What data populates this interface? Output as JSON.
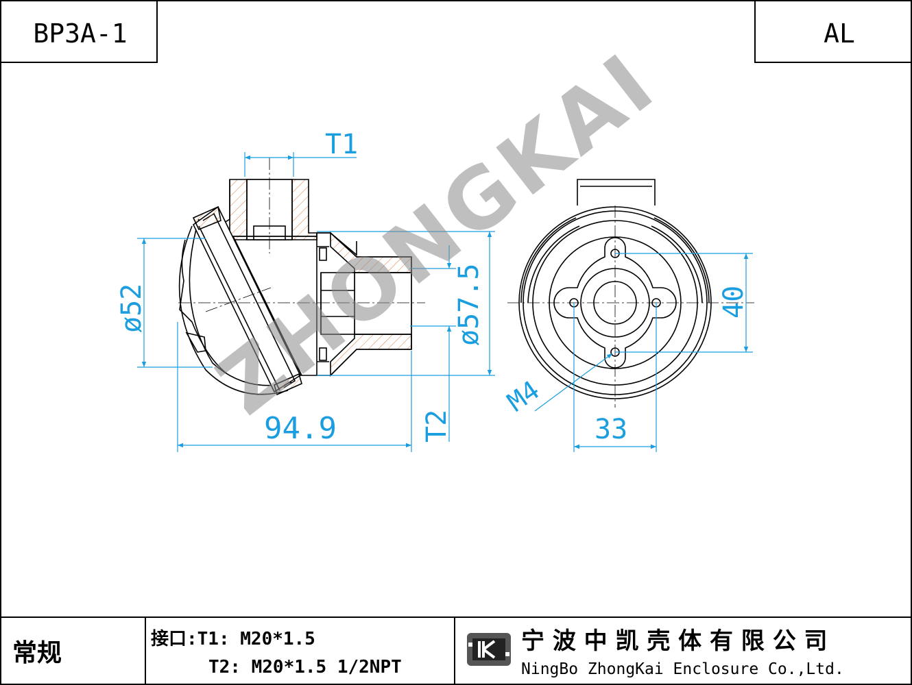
{
  "title_block": {
    "model": "BP3A-1",
    "material": "AL",
    "category": "常规",
    "interface_label": "接口:T1: M20*1.5",
    "interface_t2": "T2: M20*1.5 1/2NPT",
    "company_cn": "宁 波 中 凯 壳 体 有 限 公 司",
    "company_en": "NingBo ZhongKai Enclosure Co.,Ltd."
  },
  "watermark": "ZHONGKAI",
  "dimensions": {
    "t1": "T1",
    "t2": "T2",
    "d52": "ø52",
    "d57": "ø57.5",
    "len": "94.9",
    "h40": "40",
    "w33": "33",
    "m4": "M4"
  },
  "colors": {
    "line": "#000000",
    "dimension": "#1a9ee0",
    "hatch": "#e07a3a",
    "watermark": "#8a8a8a"
  }
}
